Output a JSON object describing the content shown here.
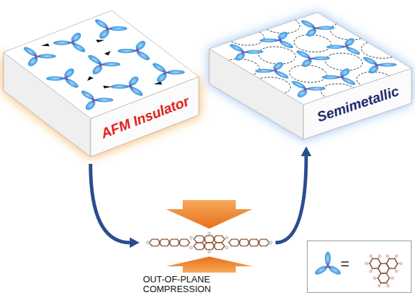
{
  "diagram": {
    "nodes": [
      {
        "text": [
          "AFM Insulator"
        ]
      },
      {
        "text": [
          "OUT-OF-PLANE COMPRESSION"
        ]
      },
      {
        "text": [
          "Semimetallic"
        ]
      },
      {
        "text": [
          "="
        ]
      }
    ],
    "edges": [
      {
        "from": 0,
        "to": 1,
        "arrow": "to"
      },
      {
        "from": 1,
        "to": 2,
        "arrow": "to"
      }
    ]
  }
}
